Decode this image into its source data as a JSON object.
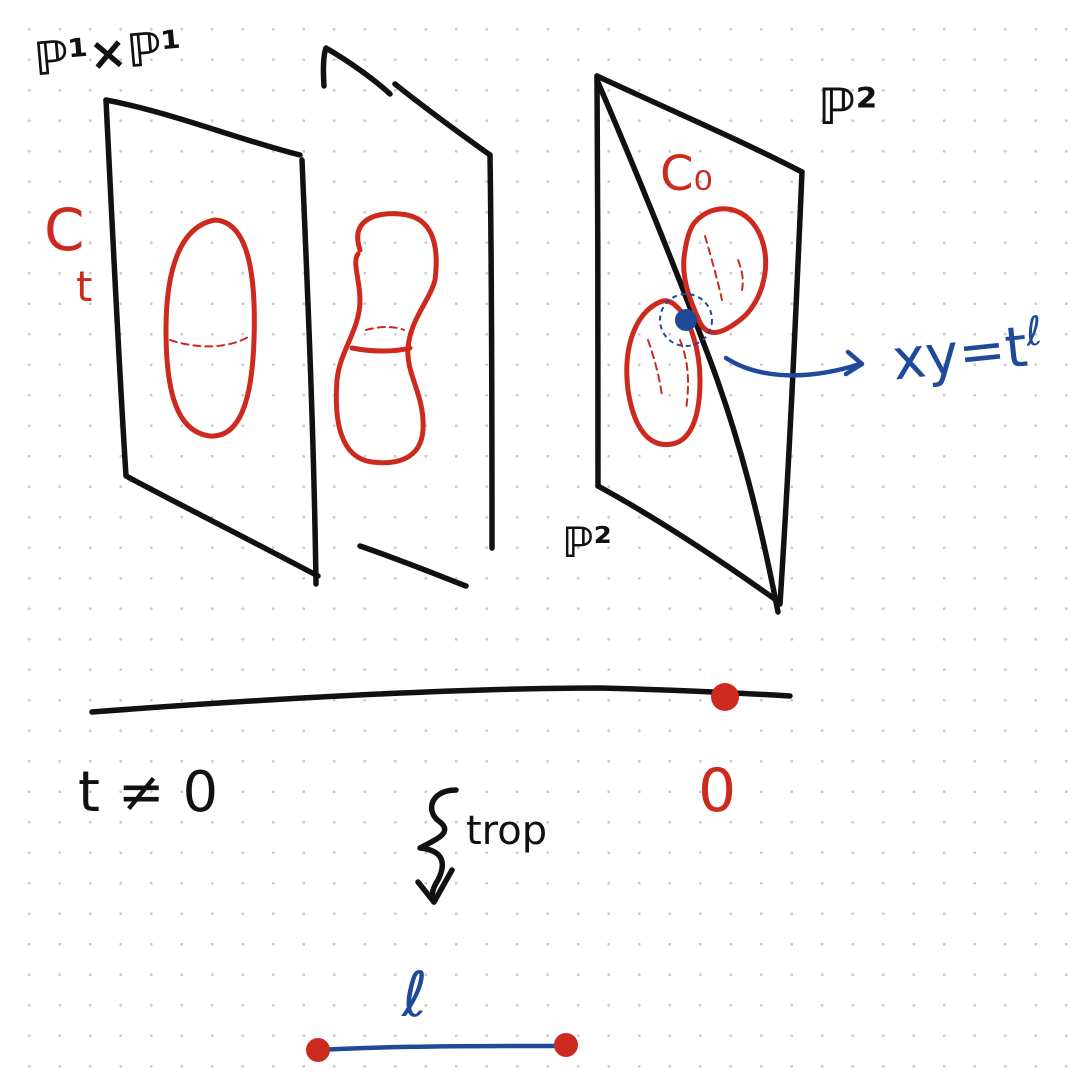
{
  "labels": {
    "p1xp1": "ℙ¹×ℙ¹",
    "p2_top": "ℙ²",
    "p2_bottom": "ℙ²",
    "c_t_letter": "C",
    "c_t_sub": "t",
    "c_0": "C₀",
    "equation_base": "xy=t",
    "equation_exp": "ℓ",
    "t_ne_0": "t ≠ 0",
    "zero": "0",
    "trop": "trop",
    "ell": "ℓ"
  },
  "colors": {
    "ink": "#111111",
    "curve": "#cc2a1f",
    "tropical": "#1f4a9a",
    "dot_grid": "#c9c9c9"
  }
}
